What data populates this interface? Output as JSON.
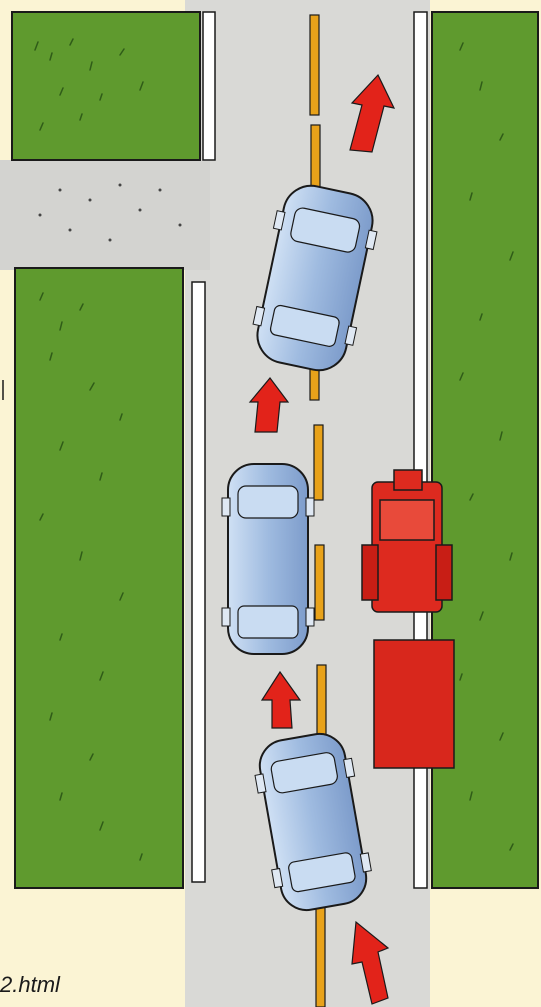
{
  "caption": "2.html",
  "colors": {
    "background": "#fbf4d4",
    "road": "#d9d9d6",
    "grass": "#5f9a2e",
    "grass_dark": "#3f7a20",
    "curb": "#ffffff",
    "center_line": "#e8a21a",
    "arrow": "#e2231a",
    "car_body": "#a9c4e4",
    "tractor": "#dd2a1f"
  },
  "scene": {
    "cars": [
      "car-blue",
      "car-blue",
      "car-blue"
    ],
    "arrows": [
      "arrow-up",
      "arrow-up",
      "arrow-up",
      "arrow-up"
    ],
    "vehicles": [
      "red-tractor",
      "red-trailer"
    ]
  }
}
